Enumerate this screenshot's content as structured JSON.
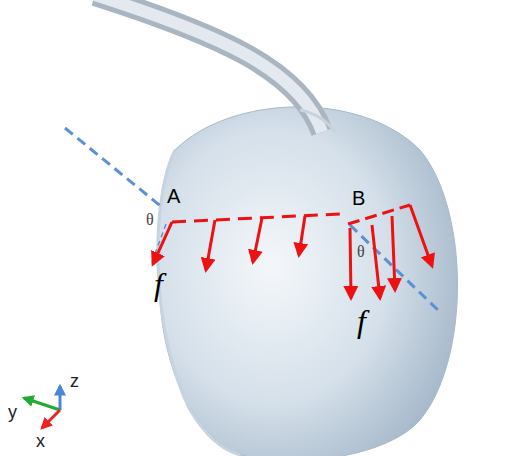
{
  "diagram": {
    "labels": [
      "A",
      "B",
      "θ",
      "θ",
      "f",
      "f",
      "z",
      "y",
      "x"
    ]
  }
}
